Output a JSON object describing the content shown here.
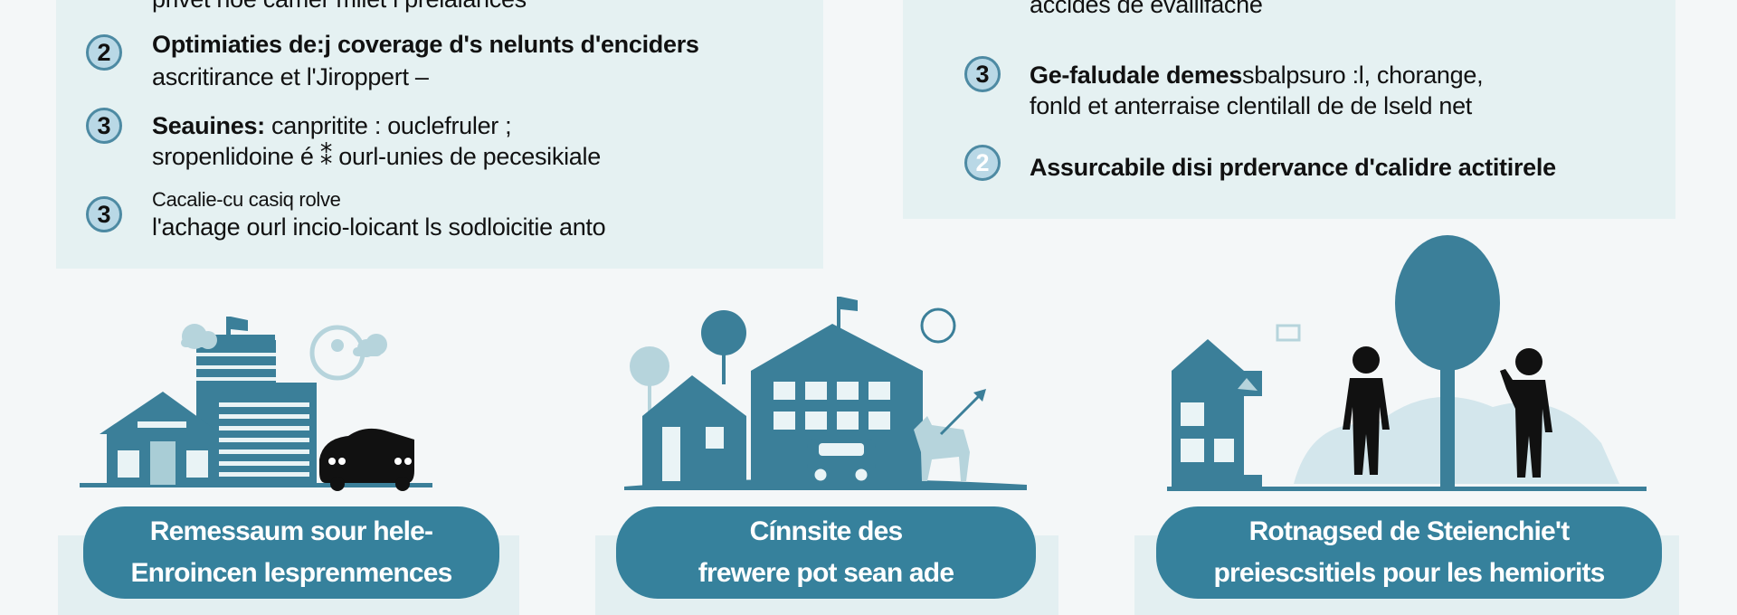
{
  "left_panel": {
    "partial_line": "privet noe camer milet i prelalances",
    "items": [
      {
        "number": "2",
        "title": "Optimiaties de:j coverage d's nelunts d'enciders",
        "text": "ascritirance et l'Jiroppert  –"
      },
      {
        "number": "3",
        "title": "Seauines:",
        "title_rest": " canpritite : ouclefruler ;",
        "text": "sropenlidoine é ⁑ ourl-unies de pecesikiale"
      },
      {
        "number": "3",
        "title": "Cacalie-cu casiq rolve",
        "text": "l'achage ourl incio-loicant ls sodloicitie anto"
      }
    ]
  },
  "right_panel": {
    "partial_line": "accides de evallifache",
    "items": [
      {
        "number": "3",
        "title": "Ge-faludale demes",
        "title_rest": "sbalpsuro :l, chorange,",
        "text": "fonld et anterraise clentilall de de lseld net"
      },
      {
        "number": "2",
        "title": "Assurcabile disi prdervance d'calidre actitirele"
      }
    ]
  },
  "cards": [
    {
      "line1": "Remessaum sour hele-",
      "line2": "Enroincen lesprenmences"
    },
    {
      "line1": "Cínnsite des",
      "line2": "frewere pot sean ade"
    },
    {
      "line1": "Rotnagsed de Steienchie't",
      "line2": "preiescsitiels pour les hemiorits"
    }
  ],
  "colors": {
    "accent": "#36819c",
    "panel": "#e5f1f2",
    "circle": "#b9d8e6"
  }
}
